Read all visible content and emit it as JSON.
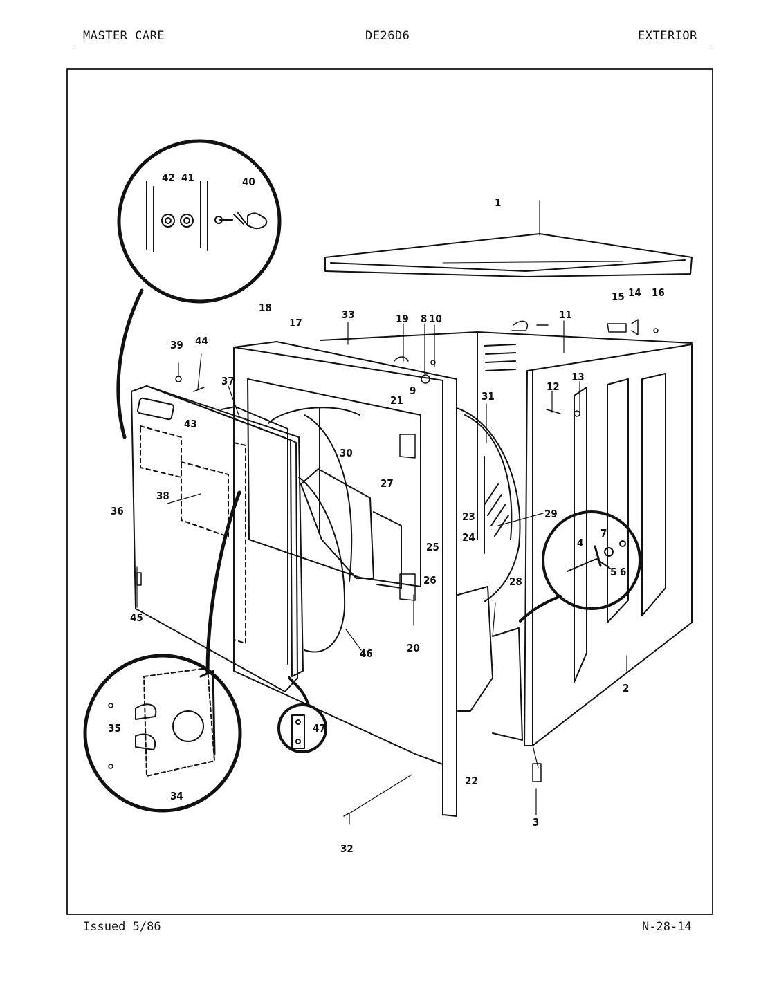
{
  "header": {
    "left": "MASTER CARE",
    "center": "DE26D6",
    "right": "EXTERIOR"
  },
  "footer": {
    "left": "Issued 5/86",
    "right": "N-28-14"
  },
  "callouts": [
    {
      "id": "c1",
      "text": "1"
    },
    {
      "id": "c2",
      "text": "2"
    },
    {
      "id": "c3",
      "text": "3"
    },
    {
      "id": "c4",
      "text": "4"
    },
    {
      "id": "c5",
      "text": "5"
    },
    {
      "id": "c6",
      "text": "6"
    },
    {
      "id": "c7",
      "text": "7"
    },
    {
      "id": "c8",
      "text": "8"
    },
    {
      "id": "c9",
      "text": "9"
    },
    {
      "id": "c10",
      "text": "10"
    },
    {
      "id": "c11",
      "text": "11"
    },
    {
      "id": "c12",
      "text": "12"
    },
    {
      "id": "c13",
      "text": "13"
    },
    {
      "id": "c14",
      "text": "14"
    },
    {
      "id": "c15",
      "text": "15"
    },
    {
      "id": "c16",
      "text": "16"
    },
    {
      "id": "c17",
      "text": "17"
    },
    {
      "id": "c18",
      "text": "18"
    },
    {
      "id": "c19",
      "text": "19"
    },
    {
      "id": "c20",
      "text": "20"
    },
    {
      "id": "c21",
      "text": "21"
    },
    {
      "id": "c22",
      "text": "22"
    },
    {
      "id": "c23",
      "text": "23"
    },
    {
      "id": "c24",
      "text": "24"
    },
    {
      "id": "c25",
      "text": "25"
    },
    {
      "id": "c26",
      "text": "26"
    },
    {
      "id": "c27",
      "text": "27"
    },
    {
      "id": "c28",
      "text": "28"
    },
    {
      "id": "c29",
      "text": "29"
    },
    {
      "id": "c30",
      "text": "30"
    },
    {
      "id": "c31",
      "text": "31"
    },
    {
      "id": "c32",
      "text": "32"
    },
    {
      "id": "c33",
      "text": "33"
    },
    {
      "id": "c34",
      "text": "34"
    },
    {
      "id": "c35",
      "text": "35"
    },
    {
      "id": "c36",
      "text": "36"
    },
    {
      "id": "c37",
      "text": "37"
    },
    {
      "id": "c38",
      "text": "38"
    },
    {
      "id": "c39",
      "text": "39"
    },
    {
      "id": "c40",
      "text": "40"
    },
    {
      "id": "c41",
      "text": "41"
    },
    {
      "id": "c42",
      "text": "42"
    },
    {
      "id": "c43",
      "text": "43"
    },
    {
      "id": "c44",
      "text": "44"
    },
    {
      "id": "c45",
      "text": "45"
    },
    {
      "id": "c46",
      "text": "46"
    },
    {
      "id": "c47",
      "text": "47"
    }
  ]
}
